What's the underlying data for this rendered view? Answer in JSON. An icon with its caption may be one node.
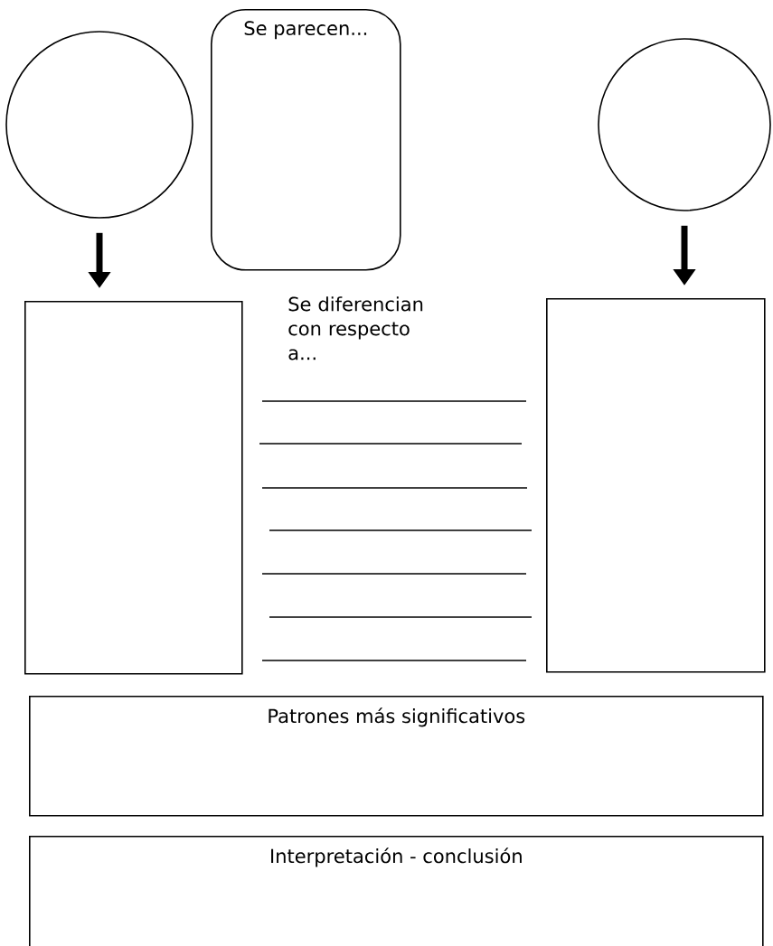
{
  "diagram": {
    "nodes": [
      {
        "text": [],
        "shape": "circle"
      },
      {
        "text": [
          "Se parecen..."
        ]
      },
      {
        "text": [],
        "shape": "circle"
      },
      {
        "text": [],
        "shape": "box"
      },
      {
        "text": [],
        "shape": "box"
      },
      {
        "text": [
          "Patrones más significativos"
        ]
      },
      {
        "text": [
          "Interpretación - conclusión"
        ]
      }
    ],
    "edges": [
      {
        "from": 0,
        "to": 3,
        "arrow": "to"
      },
      {
        "from": 2,
        "to": 4,
        "arrow": "to"
      }
    ],
    "labels": [
      "Se diferencian con respecto a..."
    ]
  }
}
